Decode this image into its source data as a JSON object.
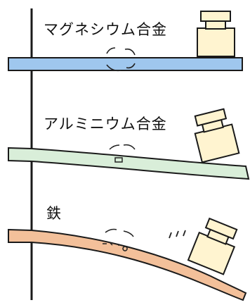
{
  "labels": {
    "magnesium": "マグネシウム合金",
    "aluminum": "アルミニウム合金",
    "iron": "鉄"
  },
  "colors": {
    "magnesium_beam": "#9fc7ee",
    "aluminum_beam": "#d9eed9",
    "iron_beam": "#f3c09a",
    "weight_fill": "#fff4d0",
    "outline": "#1a1a1a"
  }
}
